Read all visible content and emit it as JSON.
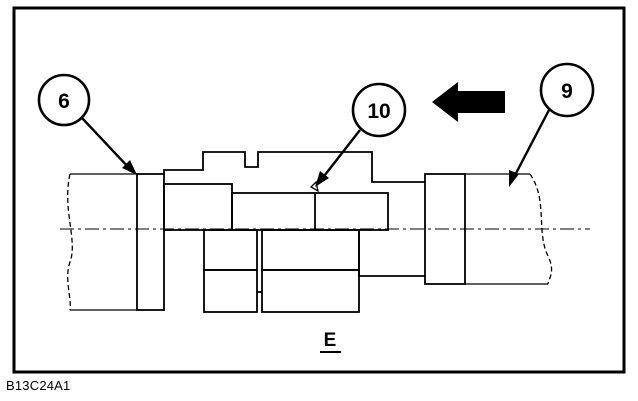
{
  "figure": {
    "code": "B13C24A1",
    "view_label": "E",
    "callouts": [
      {
        "id": "callout-6",
        "label": "6"
      },
      {
        "id": "callout-10",
        "label": "10"
      },
      {
        "id": "callout-9",
        "label": "9"
      }
    ],
    "direction_arrow": "left",
    "colors": {
      "ink": "#000000",
      "paper": "#ffffff"
    }
  }
}
